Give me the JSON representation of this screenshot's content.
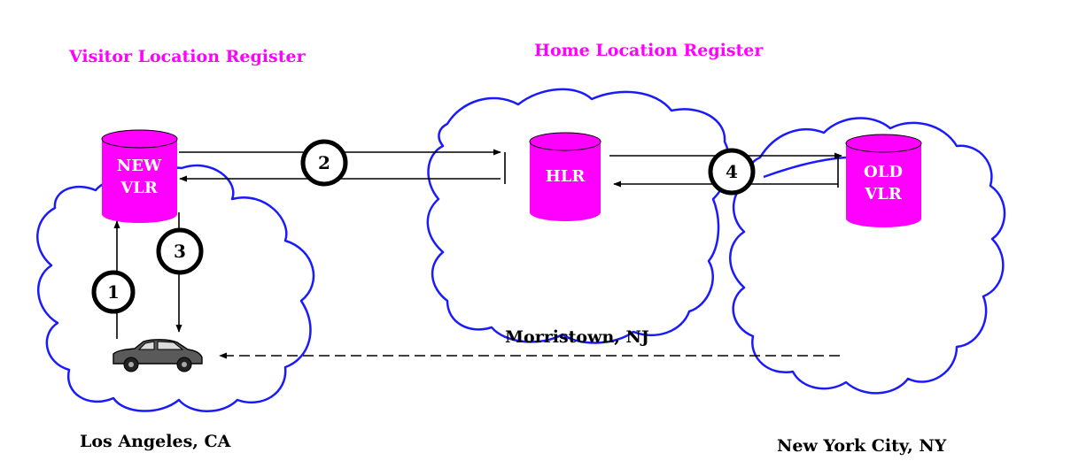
{
  "labels": {
    "vlr_title": "Visitor Location Register",
    "hlr_title": "Home Location Register",
    "new_vlr_line1": "NEW",
    "new_vlr_line2": "VLR",
    "hlr": "HLR",
    "old_vlr_line1": "OLD",
    "old_vlr_line2": "VLR",
    "los_angeles": "Los Angeles, CA",
    "morristown": "Morristown, NJ",
    "new_york": "New York City, NY"
  },
  "steps": [
    "1",
    "2",
    "3",
    "4"
  ],
  "colors": {
    "title": "#ff00ff",
    "database": "#ff00ff",
    "cloud": "#1a1aff",
    "car": "#555555"
  }
}
